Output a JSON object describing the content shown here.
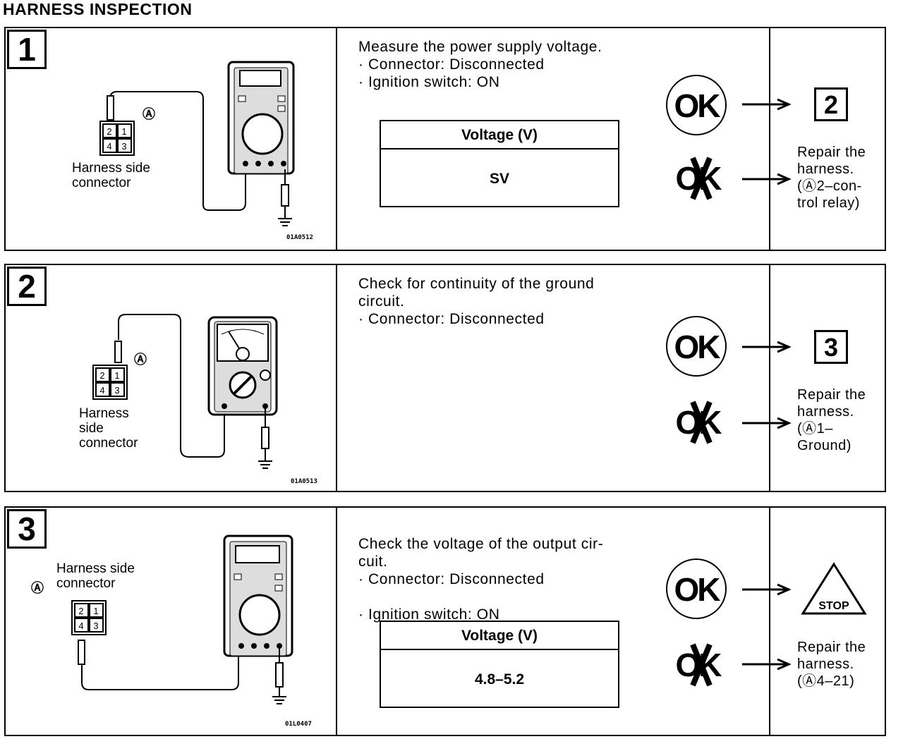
{
  "page_title": "HARNESS INSPECTION",
  "steps": [
    {
      "number": "1",
      "figure": {
        "type": "digital-multimeter",
        "a_mark": "Ⓐ",
        "label": "Harness side\nconnector",
        "pins": [
          "2",
          "1",
          "4",
          "3"
        ],
        "code": "01A0512"
      },
      "instruction": "Measure the power supply voltage.",
      "bullets": [
        "· Connector: Disconnected",
        "· Ignition switch: ON"
      ],
      "table": {
        "header": "Voltage (V)",
        "value": "SV"
      },
      "ok_label": "OK",
      "ng_label": "OK",
      "ok_result": "2",
      "ng_result": "Repair the\nharness.\n(Ⓐ2–con-\ntrol relay)"
    },
    {
      "number": "2",
      "figure": {
        "type": "analog-ohmmeter",
        "a_mark": "Ⓐ",
        "label": "Harness\nside\nconnector",
        "pins": [
          "2",
          "1",
          "4",
          "3"
        ],
        "code": "01A0513"
      },
      "instruction": "Check for continuity of the ground circuit.",
      "bullets": [
        "· Connector: Disconnected"
      ],
      "table": null,
      "ok_label": "OK",
      "ng_label": "OK",
      "ok_result": "3",
      "ng_result": "Repair the\nharness.\n(Ⓐ1–\nGround)"
    },
    {
      "number": "3",
      "figure": {
        "type": "digital-multimeter",
        "a_mark": "Ⓐ",
        "label": "Harness side\nconnector",
        "pins": [
          "2",
          "1",
          "4",
          "3"
        ],
        "code": "01L0407"
      },
      "instruction": "Check the voltage of the output cir-\ncuit.",
      "bullets": [
        "· Connector: Disconnected",
        "· Ignition switch: ON"
      ],
      "table": {
        "header": "Voltage (V)",
        "value": "4.8–5.2"
      },
      "ok_label": "OK",
      "ng_label": "OK",
      "ok_result": "STOP",
      "ng_result": "Repair the\nharness.\n(Ⓐ4–21)"
    }
  ]
}
